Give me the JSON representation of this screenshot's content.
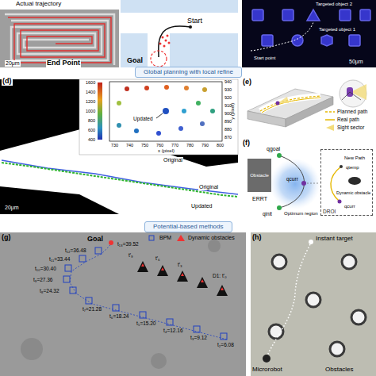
{
  "diagram": {
    "nodes": [
      {
        "text": [
          "Global planning with local refine"
        ]
      },
      {
        "text": [
          "Potential-based methods"
        ]
      },
      {
        "text": [
          "Obstacle"
        ]
      },
      {
        "text": [
          "DROI"
        ]
      }
    ],
    "labels": [
      "Actual trajectory",
      "End Point",
      "20μm",
      "Start",
      "Goal",
      "Targeted object 2",
      "Targeted object 1",
      "Start point",
      "50μm",
      "(d)",
      "1600",
      "1400",
      "1200",
      "1000",
      "800",
      "600",
      "400",
      "940",
      "930",
      "920",
      "910",
      "900",
      "890",
      "880",
      "870",
      "730",
      "740",
      "750",
      "760",
      "770",
      "780",
      "790",
      "800",
      "x (pixel)",
      "y (pixel)",
      "Updated",
      "Original",
      "Original",
      "Updated",
      "20μm",
      "(e)",
      "(f)",
      "qgoal",
      "ERRT",
      "qcurr",
      "qinit",
      "Optimum region",
      "New Path",
      "qtemp",
      "Dynamic obstacle",
      "qcurr",
      "(g)",
      "(h)",
      "Goal",
      "t₂=6.08",
      "t₃=9.12",
      "t₄=12.16",
      "t₅=15.20",
      "t₆=18.24",
      "t₇=21.28",
      "t₈=24.32",
      "t₉=27.36",
      "t₁₀=30.40",
      "t₁₁=33.44",
      "t₁₂=36.48",
      "t₁₃=39.52",
      "D1: t′₀",
      "t′₃",
      "t′₆",
      "t′₉",
      "Instant target",
      "Obstacles",
      "Microrobot"
    ],
    "legend": [
      {
        "text": "Planned path"
      },
      {
        "text": "Real path"
      },
      {
        "text": "Sight sector"
      },
      {
        "text": "BPM"
      },
      {
        "text": "Dynamic obstacles"
      }
    ]
  }
}
